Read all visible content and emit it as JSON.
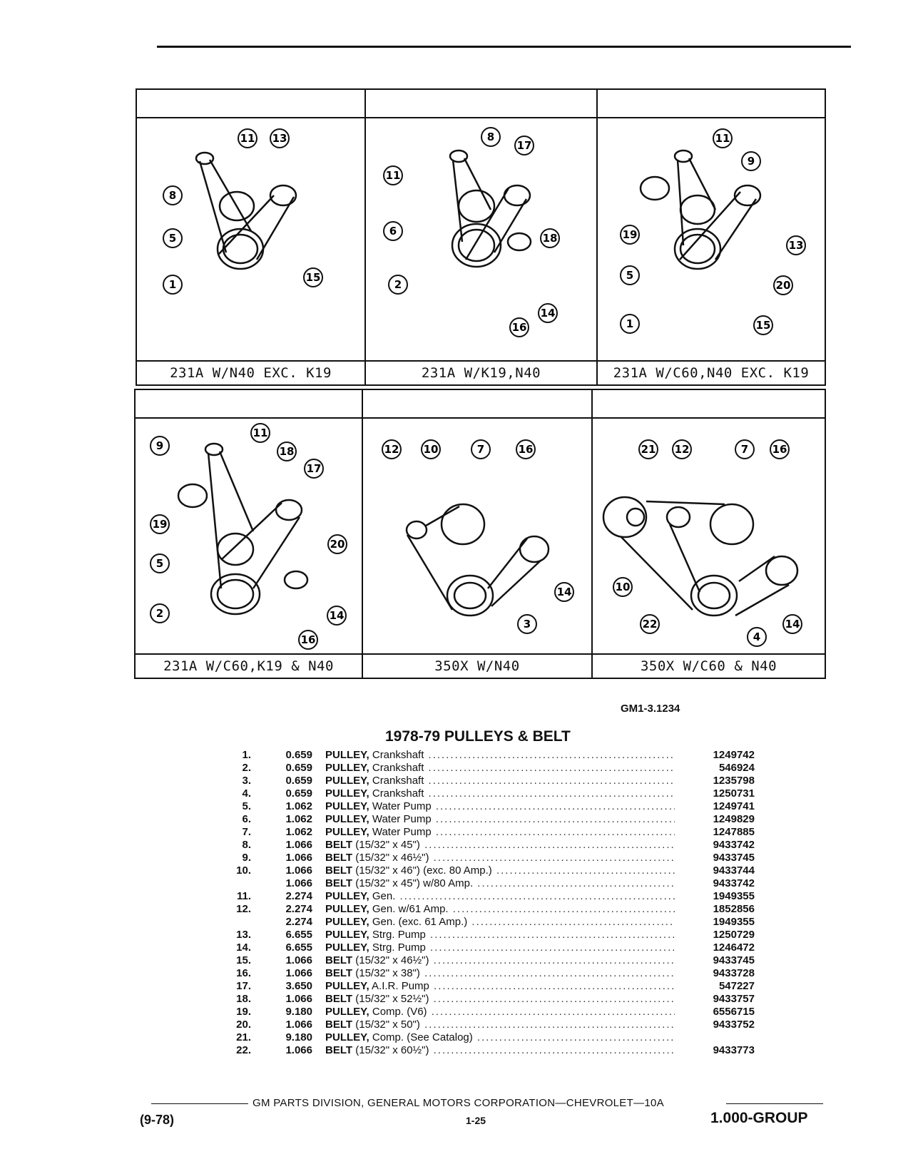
{
  "diagrams": [
    {
      "caption": "231A W/N40 EXC. K19",
      "callouts": [
        "11",
        "13",
        "8",
        "5",
        "15",
        "1"
      ]
    },
    {
      "caption": "231A W/K19,N40",
      "callouts": [
        "8",
        "17",
        "11",
        "6",
        "18",
        "2",
        "14",
        "16"
      ]
    },
    {
      "caption": "231A W/C60,N40 EXC. K19",
      "callouts": [
        "11",
        "9",
        "19",
        "13",
        "5",
        "20",
        "1",
        "15"
      ]
    },
    {
      "caption": "231A W/C60,K19 & N40",
      "callouts": [
        "11",
        "9",
        "18",
        "17",
        "19",
        "20",
        "5",
        "2",
        "14",
        "16"
      ]
    },
    {
      "caption": "350X W/N40",
      "callouts": [
        "12",
        "10",
        "7",
        "16",
        "14",
        "3"
      ]
    },
    {
      "caption": "350X W/C60 & N40",
      "callouts": [
        "21",
        "12",
        "7",
        "16",
        "10",
        "22",
        "14",
        "4"
      ]
    }
  ],
  "figure_id": "GM1-3.1234",
  "parts_list": {
    "title": "1978-79 PULLEYS & BELT",
    "rows": [
      {
        "num": "1.",
        "group": "0.659",
        "name": "PULLEY,",
        "desc": " Crankshaft",
        "part": "1249742"
      },
      {
        "num": "2.",
        "group": "0.659",
        "name": "PULLEY,",
        "desc": " Crankshaft",
        "part": "546924"
      },
      {
        "num": "3.",
        "group": "0.659",
        "name": "PULLEY,",
        "desc": " Crankshaft",
        "part": "1235798"
      },
      {
        "num": "4.",
        "group": "0.659",
        "name": "PULLEY,",
        "desc": " Crankshaft",
        "part": "1250731"
      },
      {
        "num": "5.",
        "group": "1.062",
        "name": "PULLEY,",
        "desc": " Water Pump",
        "part": "1249741"
      },
      {
        "num": "6.",
        "group": "1.062",
        "name": "PULLEY,",
        "desc": " Water Pump",
        "part": "1249829"
      },
      {
        "num": "7.",
        "group": "1.062",
        "name": "PULLEY,",
        "desc": " Water Pump",
        "part": "1247885"
      },
      {
        "num": "8.",
        "group": "1.066",
        "name": "BELT",
        "desc": " (15/32\" x 45\")",
        "part": "9433742"
      },
      {
        "num": "9.",
        "group": "1.066",
        "name": "BELT",
        "desc": " (15/32\" x 46½\")",
        "part": "9433745"
      },
      {
        "num": "10.",
        "group": "1.066",
        "name": "BELT",
        "desc": " (15/32\" x 46\") (exc. 80 Amp.)",
        "part": "9433744"
      },
      {
        "num": "",
        "group": "1.066",
        "name": "BELT",
        "desc": " (15/32\" x 45\") w/80 Amp.",
        "part": "9433742"
      },
      {
        "num": "11.",
        "group": "2.274",
        "name": "PULLEY,",
        "desc": " Gen.",
        "part": "1949355"
      },
      {
        "num": "12.",
        "group": "2.274",
        "name": "PULLEY,",
        "desc": " Gen. w/61 Amp.",
        "part": "1852856"
      },
      {
        "num": "",
        "group": "2.274",
        "name": "PULLEY,",
        "desc": " Gen. (exc. 61 Amp.)",
        "part": "1949355"
      },
      {
        "num": "13.",
        "group": "6.655",
        "name": "PULLEY,",
        "desc": " Strg. Pump",
        "part": "1250729"
      },
      {
        "num": "14.",
        "group": "6.655",
        "name": "PULLEY,",
        "desc": " Strg. Pump",
        "part": "1246472"
      },
      {
        "num": "15.",
        "group": "1.066",
        "name": "BELT",
        "desc": " (15/32\" x 46½\")",
        "part": "9433745"
      },
      {
        "num": "16.",
        "group": "1.066",
        "name": "BELT",
        "desc": " (15/32\" x 38\")",
        "part": "9433728"
      },
      {
        "num": "17.",
        "group": "3.650",
        "name": "PULLEY,",
        "desc": " A.I.R. Pump",
        "part": "547227"
      },
      {
        "num": "18.",
        "group": "1.066",
        "name": "BELT",
        "desc": " (15/32\" x 52½\")",
        "part": "9433757"
      },
      {
        "num": "19.",
        "group": "9.180",
        "name": "PULLEY,",
        "desc": " Comp. (V6)",
        "part": "6556715"
      },
      {
        "num": "20.",
        "group": "1.066",
        "name": "BELT",
        "desc": " (15/32\" x 50\")",
        "part": "9433752"
      },
      {
        "num": "21.",
        "group": "9.180",
        "name": "PULLEY,",
        "desc": " Comp. (See Catalog)",
        "part": ""
      },
      {
        "num": "22.",
        "group": "1.066",
        "name": "BELT",
        "desc": " (15/32\" x 60½\")",
        "part": "9433773"
      }
    ]
  },
  "footer": {
    "center": "GM PARTS DIVISION, GENERAL MOTORS CORPORATION—CHEVROLET—10A",
    "left": "(9-78)",
    "page": "1-25",
    "right": "1.000-GROUP"
  }
}
